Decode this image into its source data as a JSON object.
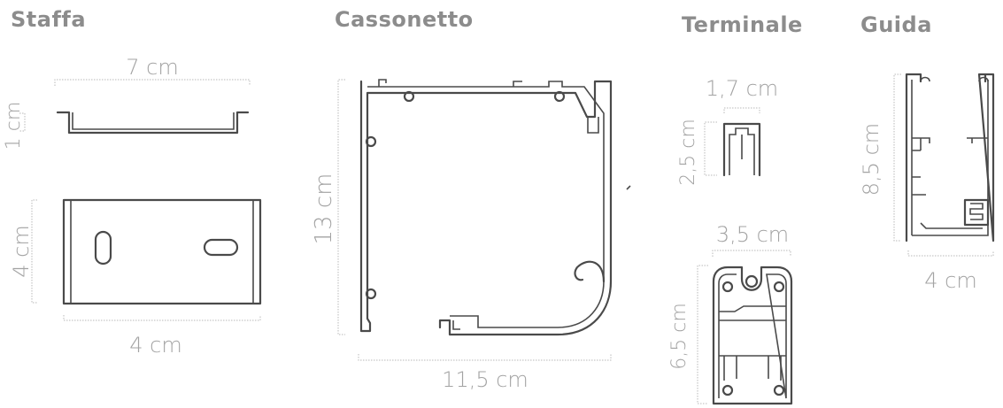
{
  "titles": {
    "staffa": "Staffa",
    "cassonetto": "Cassonetto",
    "terminale": "Terminale",
    "guida": "Guida"
  },
  "dimensions": {
    "staffa_width": "7 cm",
    "staffa_height": "1 cm",
    "staffa_plate_height": "4 cm",
    "staffa_plate_width": "4 cm",
    "cassonetto_height": "13 cm",
    "cassonetto_width": "11,5 cm",
    "terminale_width": "1,7 cm",
    "terminale_height": "2,5 cm",
    "terminale2_width": "3,5 cm",
    "terminale2_height": "6,5 cm",
    "guida_height": "8,5 cm",
    "guida_width": "4 cm"
  }
}
